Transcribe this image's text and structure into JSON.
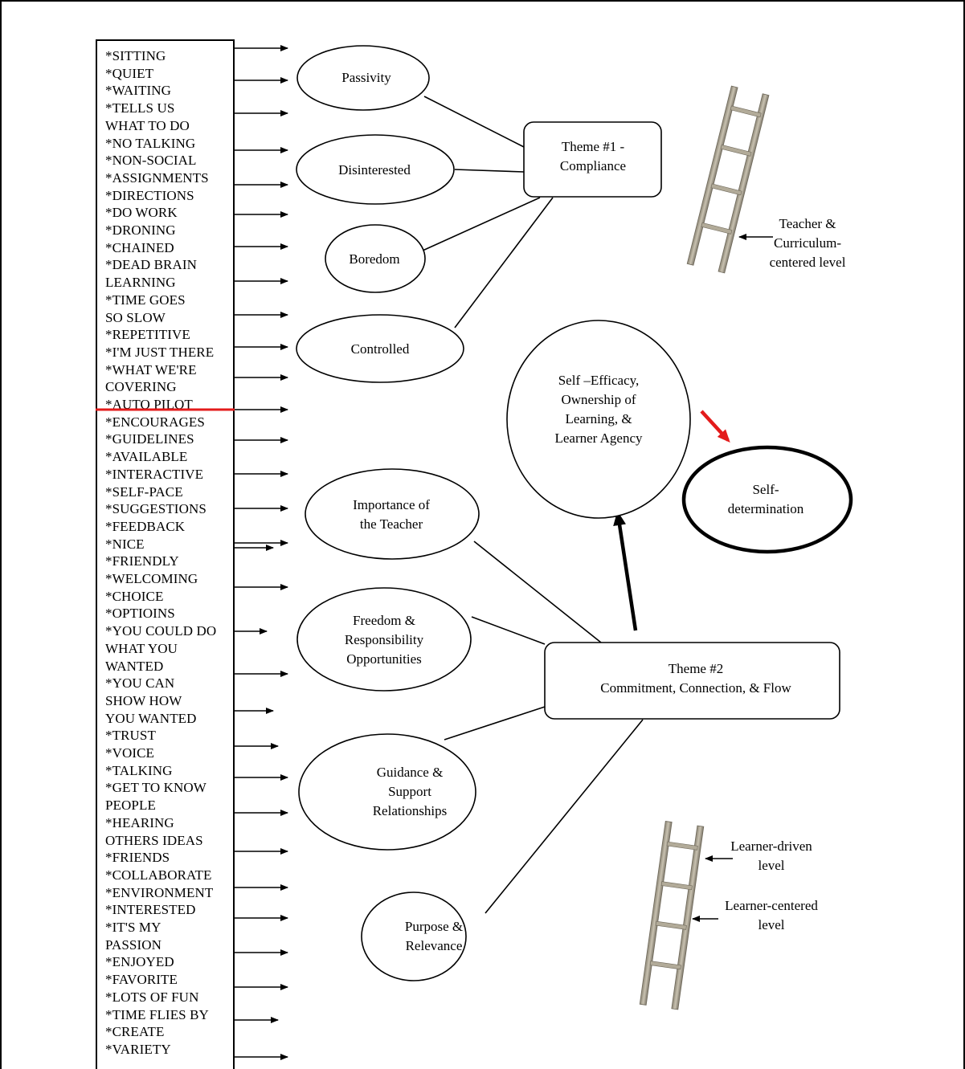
{
  "words": [
    "*SITTING",
    "*QUIET",
    "*WAITING",
    "*TELLS US",
    "WHAT TO DO",
    "*NO TALKING",
    "*NON-SOCIAL",
    "*ASSIGNMENTS",
    "*DIRECTIONS",
    "*DO WORK",
    "*DRONING",
    "*CHAINED",
    "*DEAD BRAIN",
    "LEARNING",
    "*TIME GOES",
    "SO SLOW",
    "*REPETITIVE",
    "*I'M JUST THERE",
    "*WHAT WE'RE",
    "COVERING",
    "*AUTO PILOT",
    "*ENCOURAGES",
    "*GUIDELINES",
    "*AVAILABLE",
    "*INTERACTIVE",
    "*SELF-PACE",
    "*SUGGESTIONS",
    "*FEEDBACK",
    "*NICE",
    "*FRIENDLY",
    "*WELCOMING",
    "*CHOICE",
    "*OPTIOINS",
    "*YOU COULD DO",
    "WHAT YOU",
    "WANTED",
    "*YOU CAN",
    "SHOW HOW",
    "YOU WANTED",
    "*TRUST",
    "*VOICE",
    "*TALKING",
    "*GET TO KNOW",
    "PEOPLE",
    "*HEARING",
    "OTHERS IDEAS",
    "*FRIENDS",
    "*COLLABORATE",
    "*ENVIRONMENT",
    "*INTERESTED",
    "*IT'S MY",
    "PASSION",
    "*ENJOYED",
    "*FAVORITE",
    "*LOTS OF FUN",
    "*TIME FLIES BY",
    "*CREATE",
    "*VARIETY"
  ],
  "nodes": {
    "passivity": "Passivity",
    "disinterested": "Disinterested",
    "boredom": "Boredom",
    "controlled": "Controlled",
    "theme1_line1": "Theme #1 -",
    "theme1_line2": "Compliance",
    "efficacy_line1": "Self –Efficacy,",
    "efficacy_line2": "Ownership of",
    "efficacy_line3": "Learning, &",
    "efficacy_line4": "Learner Agency",
    "selfdet_line1": "Self-",
    "selfdet_line2": "determination",
    "teacher_line1": "Importance of",
    "teacher_line2": "the Teacher",
    "freedom_line1": "Freedom &",
    "freedom_line2": "Responsibility",
    "freedom_line3": "Opportunities",
    "theme2_line1": "Theme #2",
    "theme2_line2": "Commitment, Connection, & Flow",
    "guidance_line1": "Guidance &",
    "guidance_line2": "Support",
    "guidance_line3": "Relationships",
    "purpose_line1": "Purpose &",
    "purpose_line2": "Relevance"
  },
  "ladder_labels": {
    "teacher_line1": "Teacher &",
    "teacher_line2": "Curriculum-",
    "teacher_line3": "centered level",
    "driven_line1": "Learner-driven",
    "driven_line2": "level",
    "centered_line1": "Learner-centered",
    "centered_line2": "level"
  },
  "colors": {
    "divider": "#e31b1b",
    "red_arrow": "#e31b1b",
    "ladder_wood": "#a39b8a"
  }
}
